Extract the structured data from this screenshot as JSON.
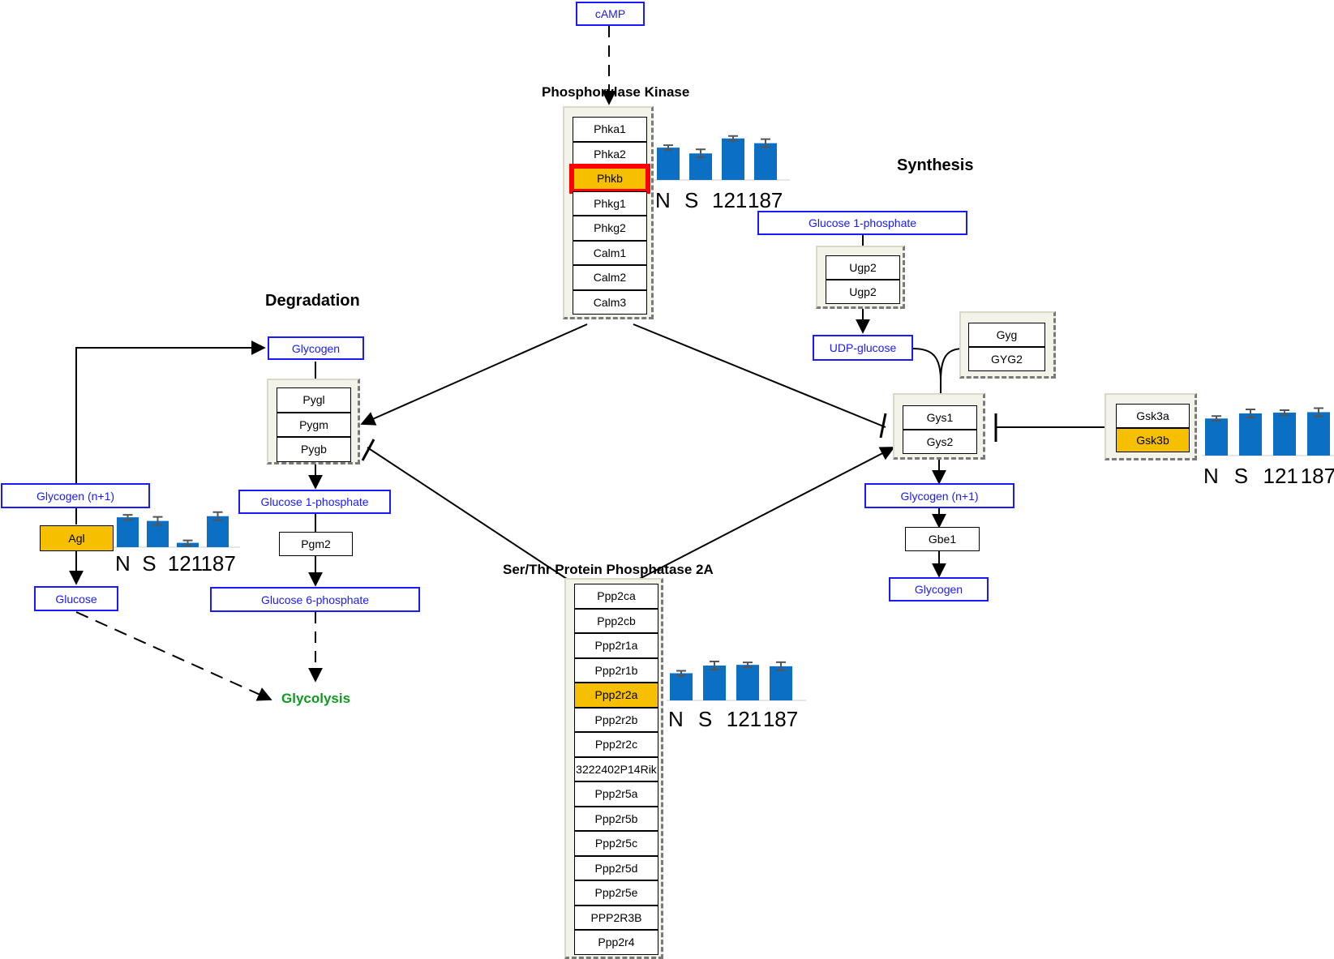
{
  "titles": {
    "phosphorylase_kinase": "Phosphorylase Kinase",
    "synthesis": "Synthesis",
    "degradation": "Degradation",
    "pp2a": "Ser/Thr Protein Phosphatase 2A"
  },
  "metabolites": {
    "camp": "cAMP",
    "glycogen_deg": "Glycogen",
    "glycogen_n1_deg": "Glycogen (n+1)",
    "glucose": "Glucose",
    "g1p_deg": "Glucose 1-phosphate",
    "g6p": "Glucose 6-phosphate",
    "glycolysis": "Glycolysis",
    "g1p_syn": "Glucose 1-phosphate",
    "udp_glucose": "UDP-glucose",
    "glycogen_n1_syn": "Glycogen (n+1)",
    "glycogen_syn": "Glycogen"
  },
  "genes": {
    "phk": [
      "Phka1",
      "Phka2",
      "Phkb",
      "Phkg1",
      "Phkg2",
      "Calm1",
      "Calm2",
      "Calm3"
    ],
    "pyg": [
      "Pygl",
      "Pygm",
      "Pygb"
    ],
    "agl": "Agl",
    "pgm2": "Pgm2",
    "ugp": [
      "Ugp2",
      "Ugp2"
    ],
    "gyg": [
      "Gyg",
      "GYG2"
    ],
    "gys": [
      "Gys1",
      "Gys2"
    ],
    "gsk": [
      "Gsk3a",
      "Gsk3b"
    ],
    "gbe1": "Gbe1",
    "pp2a": [
      "Ppp2ca",
      "Ppp2cb",
      "Ppp2r1a",
      "Ppp2r1b",
      "Ppp2r2a",
      "Ppp2r2b",
      "Ppp2r2c",
      "3222402P14Rik",
      "Ppp2r5a",
      "Ppp2r5b",
      "Ppp2r5c",
      "Ppp2r5d",
      "Ppp2r5e",
      "PPP2R3B",
      "Ppp2r4"
    ]
  },
  "highlighted_genes": [
    "Phkb",
    "Agl",
    "Gsk3b",
    "Ppp2r2a"
  ],
  "selected_gene": "Phkb",
  "colors": {
    "highlight": "#f6c000",
    "metabolite": "#1a1aff",
    "bar": "#0b6fc4",
    "selected_border": "#ff0000",
    "glycolysis": "#0e9a1f"
  },
  "chart_data": [
    {
      "type": "bar",
      "gene": "Phkb",
      "categories": [
        "N",
        "S",
        "121",
        "187"
      ],
      "values": [
        0.95,
        0.78,
        1.22,
        1.08
      ]
    },
    {
      "type": "bar",
      "gene": "Gsk3b",
      "categories": [
        "N",
        "S",
        "121",
        "187"
      ],
      "values": [
        0.88,
        1.0,
        1.02,
        1.03
      ]
    },
    {
      "type": "bar",
      "gene": "Agl",
      "categories": [
        "N",
        "S",
        "121",
        "187"
      ],
      "values": [
        0.82,
        0.72,
        0.12,
        0.85
      ]
    },
    {
      "type": "bar",
      "gene": "Ppp2r2a",
      "categories": [
        "N",
        "S",
        "121",
        "187"
      ],
      "values": [
        0.78,
        1.0,
        1.02,
        0.98
      ]
    }
  ]
}
